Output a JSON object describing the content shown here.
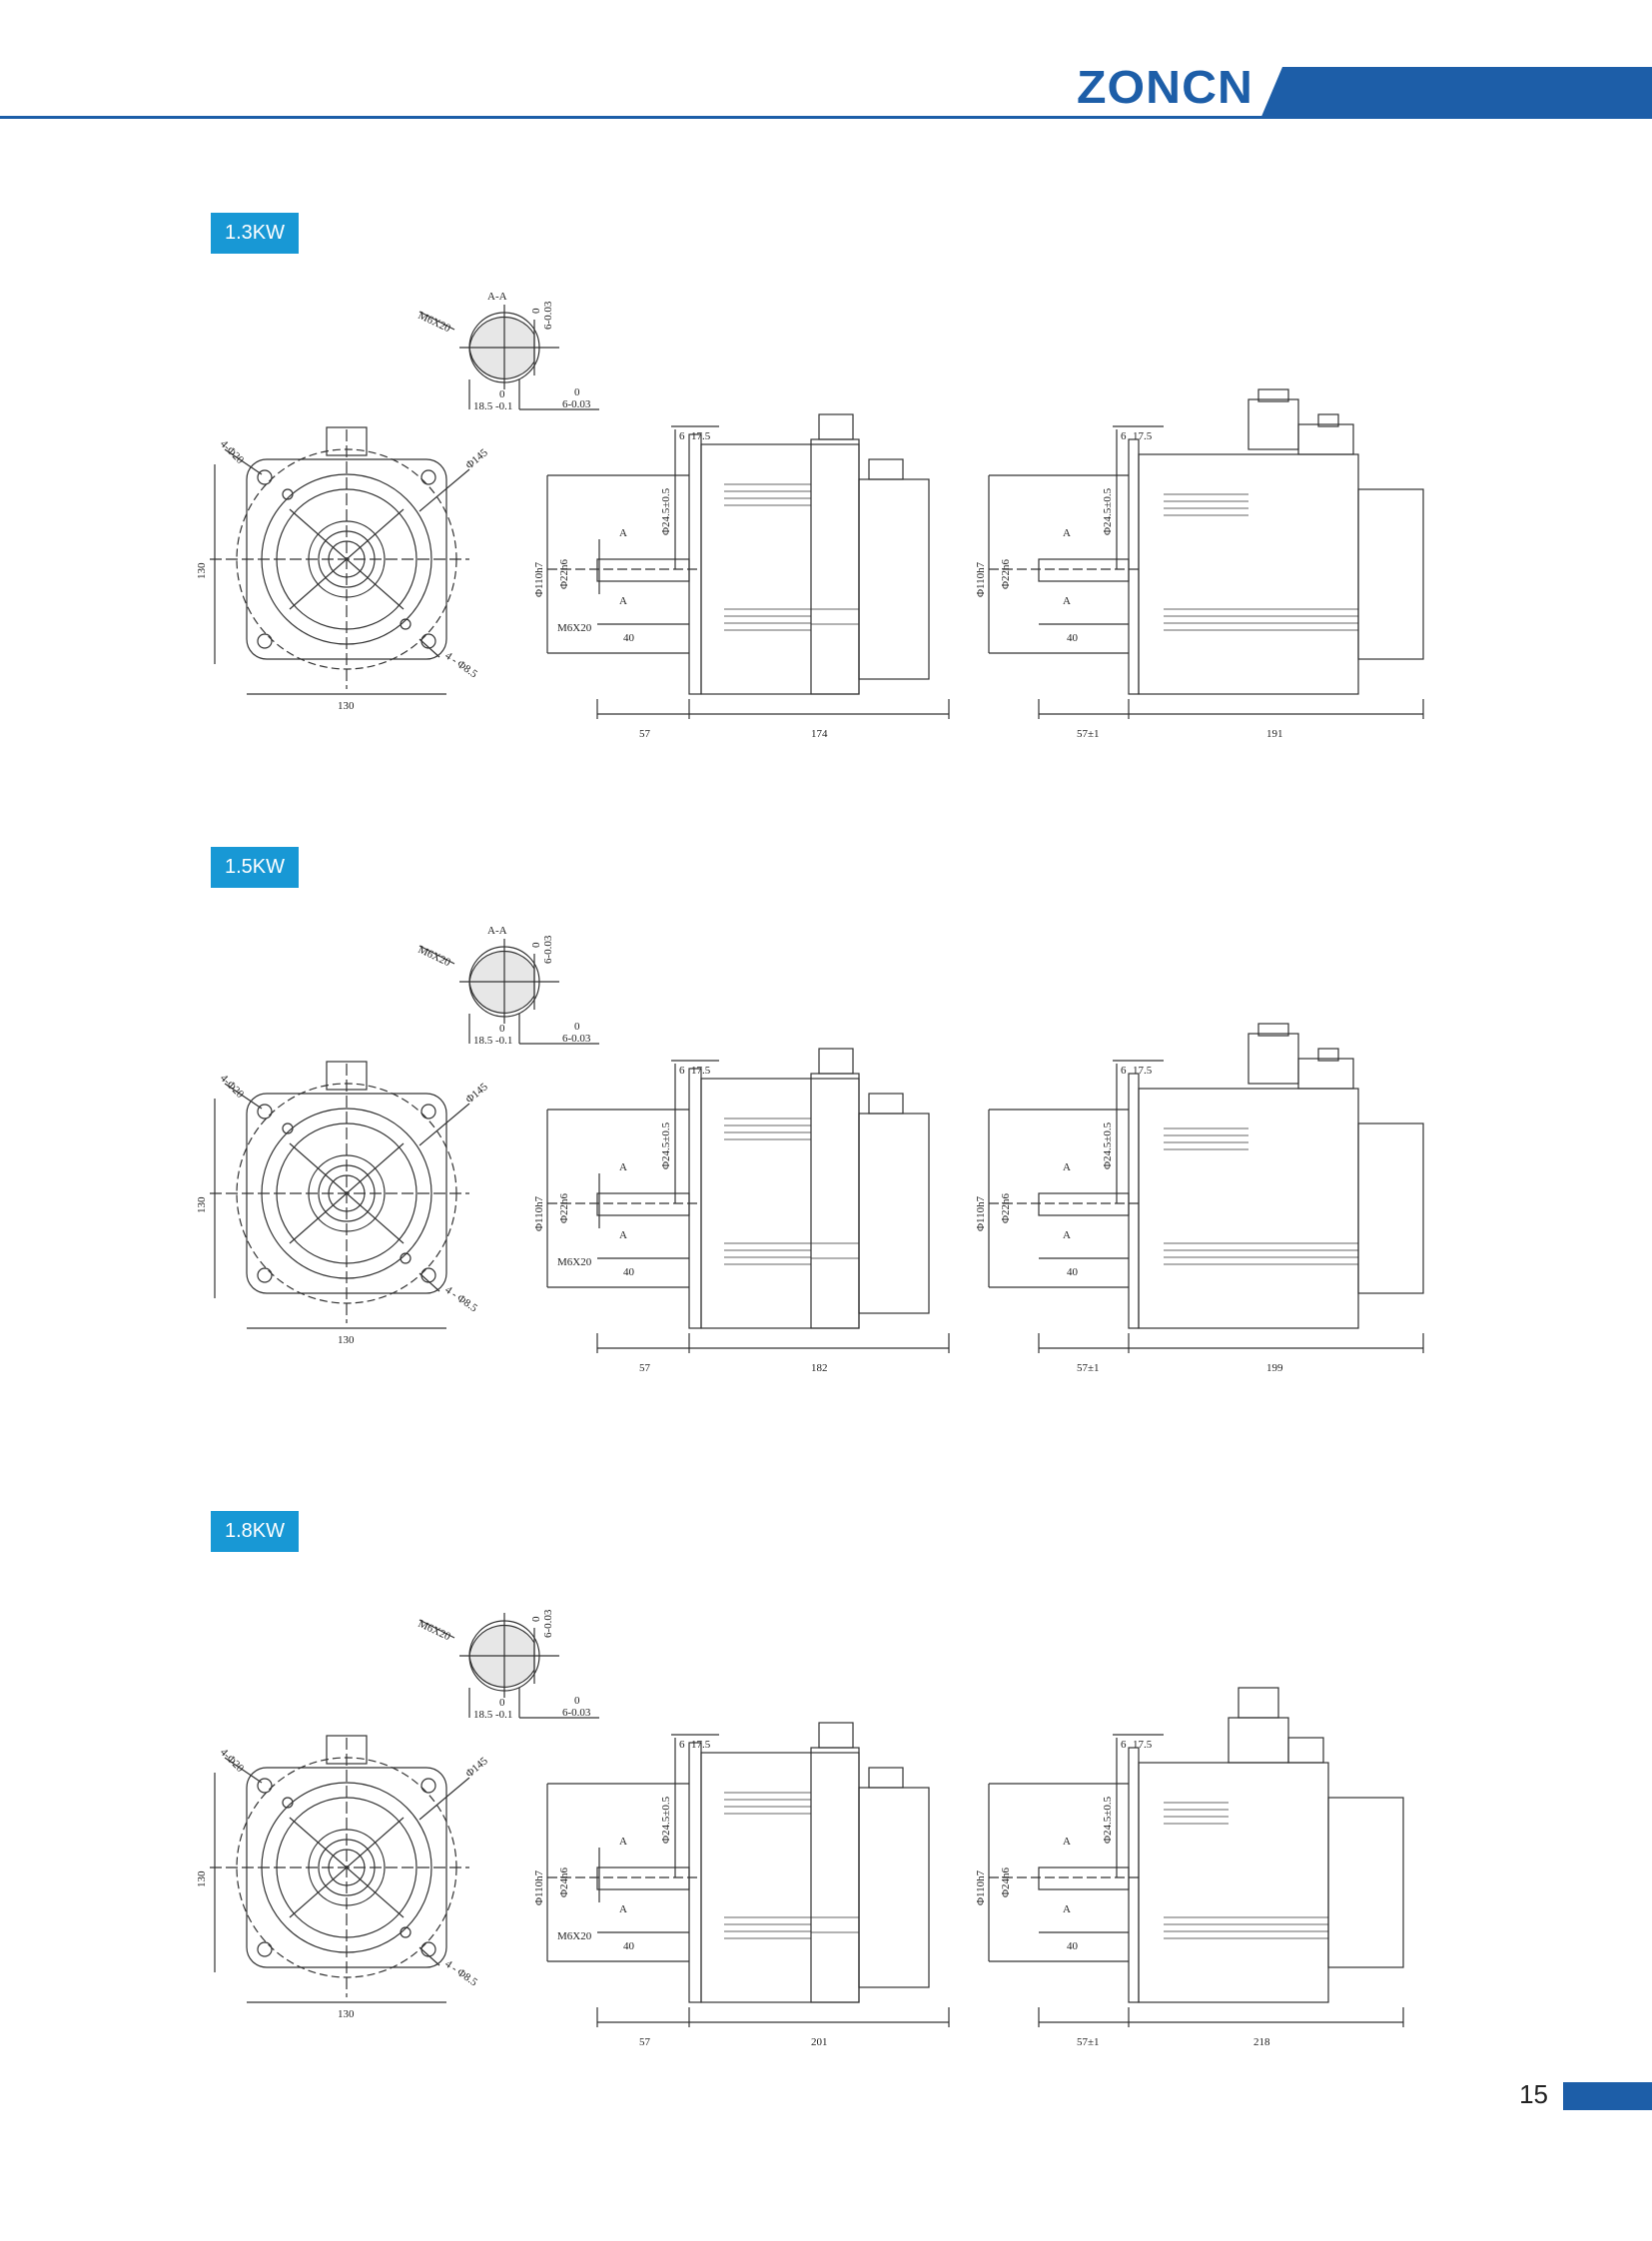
{
  "brand": {
    "logo_text": "ZONCN",
    "color": "#1d5ea8",
    "badge_color": "#1898d5"
  },
  "page_number": "15",
  "sections": [
    {
      "badge": "1.3KW",
      "section_label": "A-A",
      "key_m": "M6X20",
      "key_w": "6-0.03",
      "key_w2": "0",
      "key_d": "18.5 -0.1",
      "key_d2": "0",
      "face_holes": "4-Φ20",
      "face_circle": "Φ145",
      "face_mount": "4 - Φ8.5",
      "face_h": "130",
      "face_w": "130",
      "side1": {
        "flange": "6",
        "pilot_len": "17.5",
        "dia_a": "Φ24.5±0.5",
        "pilot": "Φ110h7",
        "shaft": "Φ22h6",
        "thread": "M6X20",
        "key_len": "40",
        "shaft_len": "57",
        "body_len": "174",
        "sec_a": "A"
      },
      "side2": {
        "flange": "6",
        "pilot_len": "17.5",
        "dia_a": "Φ24.5±0.5",
        "pilot": "Φ110h7",
        "shaft": "Φ22h6",
        "key_len": "40",
        "shaft_len": "57±1",
        "body_len": "191",
        "sec_a": "A"
      }
    },
    {
      "badge": "1.5KW",
      "section_label": "A-A",
      "key_m": "M6X20",
      "key_w": "6-0.03",
      "key_w2": "0",
      "key_d": "18.5 -0.1",
      "key_d2": "0",
      "face_holes": "4-Φ20",
      "face_circle": "Φ145",
      "face_mount": "4 - Φ8.5",
      "face_h": "130",
      "face_w": "130",
      "side1": {
        "flange": "6",
        "pilot_len": "17.5",
        "dia_a": "Φ24.5±0.5",
        "pilot": "Φ110h7",
        "shaft": "Φ22h6",
        "thread": "M6X20",
        "key_len": "40",
        "shaft_len": "57",
        "body_len": "182",
        "sec_a": "A"
      },
      "side2": {
        "flange": "6",
        "pilot_len": "17.5",
        "dia_a": "Φ24.5±0.5",
        "pilot": "Φ110h7",
        "shaft": "Φ22h6",
        "key_len": "40",
        "shaft_len": "57±1",
        "body_len": "199",
        "sec_a": "A"
      }
    },
    {
      "badge": "1.8KW",
      "section_label": "",
      "key_m": "M6X20",
      "key_w": "6-0.03",
      "key_w2": "0",
      "key_d": "18.5 -0.1",
      "key_d2": "0",
      "face_holes": "4-Φ20",
      "face_circle": "Φ145",
      "face_mount": "4 - Φ8.5",
      "face_h": "130",
      "face_w": "130",
      "side1": {
        "flange": "6",
        "pilot_len": "17.5",
        "dia_a": "Φ24.5±0.5",
        "pilot": "Φ110h7",
        "shaft": "Φ24h6",
        "thread": "M6X20",
        "key_len": "40",
        "shaft_len": "57",
        "body_len": "201",
        "sec_a": "A"
      },
      "side2": {
        "flange": "6",
        "pilot_len": "17.5",
        "dia_a": "Φ24.5±0.5",
        "pilot": "Φ110h7",
        "shaft": "Φ24h6",
        "key_len": "40",
        "shaft_len": "57±1",
        "body_len": "218",
        "sec_a": "A"
      }
    }
  ]
}
